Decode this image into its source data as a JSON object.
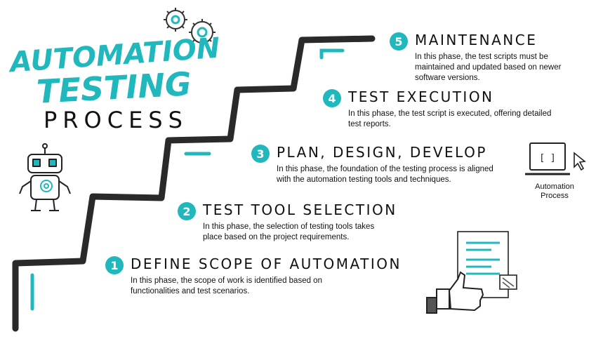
{
  "title": {
    "line1": "AUTOMATION",
    "line2": "TESTING",
    "line3": "PROCESS"
  },
  "accent_color": "#21b8bd",
  "stair_color": "#2a2a2a",
  "steps": [
    {
      "number": "1",
      "heading": "Define Scope of Automation",
      "description": "In this phase, the scope of work is identified based on functionalities and test scenarios."
    },
    {
      "number": "2",
      "heading": "Test Tool Selection",
      "description": "In this phase, the selection of testing tools takes place based on the project requirements."
    },
    {
      "number": "3",
      "heading": "Plan, Design, Develop",
      "description": "In this phase, the foundation of the testing process is aligned with the automation testing tools and techniques."
    },
    {
      "number": "4",
      "heading": "Test Execution",
      "description": "In this phase, the test script is executed, offering detailed test reports."
    },
    {
      "number": "5",
      "heading": "Maintenance",
      "description": "In this phase, the test scripts must be maintained and updated based on newer software versions."
    }
  ],
  "side_label": "Automation Process",
  "icons": [
    "gears-icon",
    "robot-icon",
    "laptop-icon",
    "cursor-icon",
    "document-icon",
    "thumbs-up-icon"
  ]
}
